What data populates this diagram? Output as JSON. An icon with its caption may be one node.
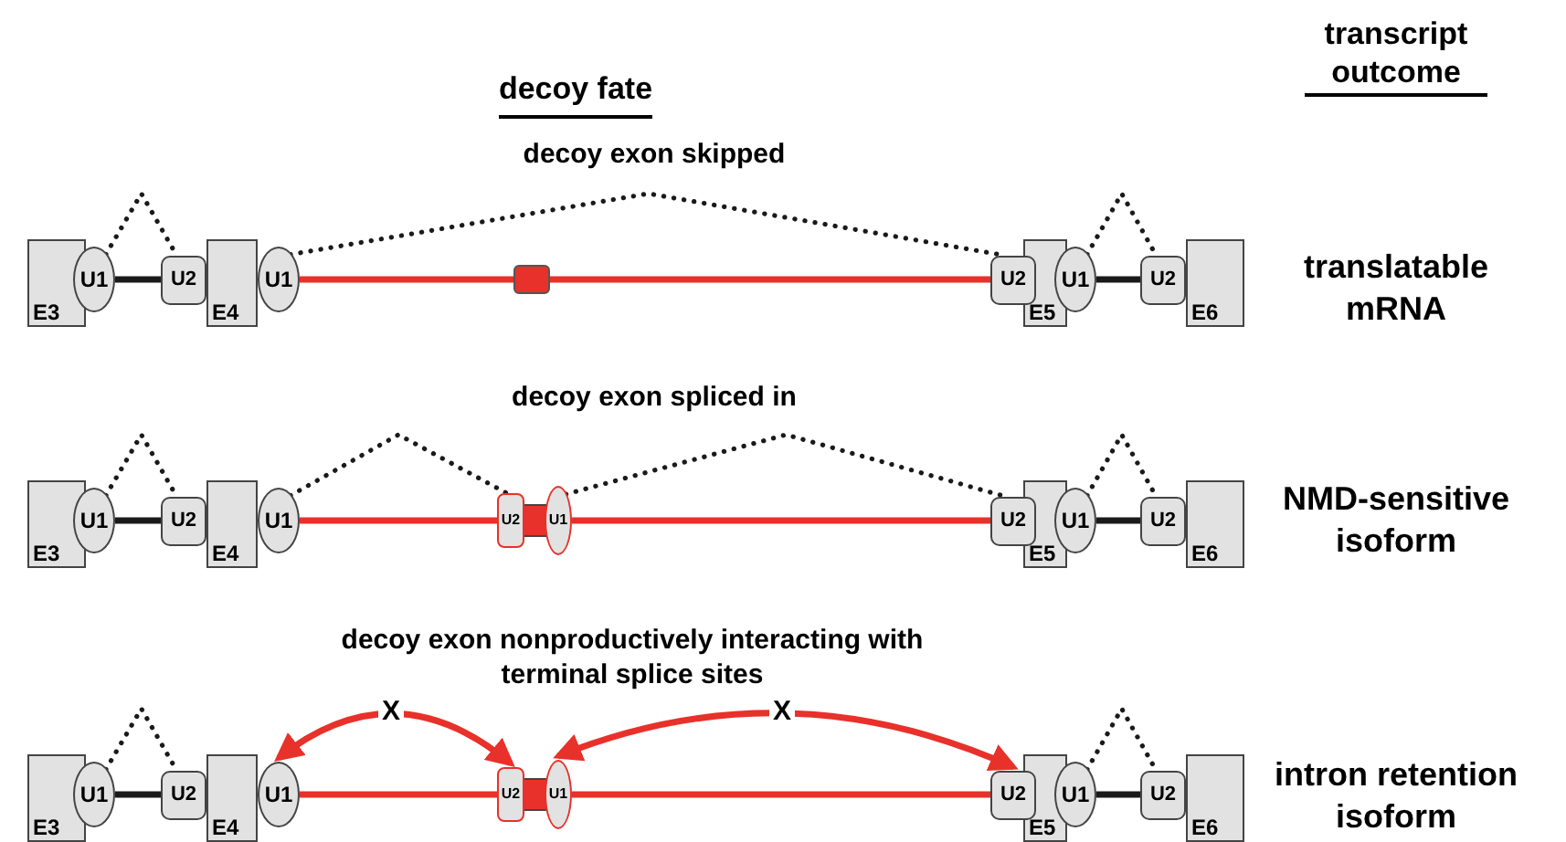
{
  "diagram": {
    "nodes": [
      {
        "text": [
          "E3"
        ]
      },
      {
        "text": [
          "U1"
        ]
      },
      {
        "text": [
          "U2"
        ]
      },
      {
        "text": [
          "E4"
        ]
      },
      {
        "text": [
          "U1"
        ]
      },
      {
        "text": [],
        "shape": "box"
      },
      {
        "text": [
          "U2"
        ]
      },
      {
        "text": [
          "E5"
        ]
      },
      {
        "text": [
          "U1"
        ]
      },
      {
        "text": [
          "U2"
        ]
      },
      {
        "text": [
          "E6"
        ]
      },
      {
        "text": [
          "E3"
        ]
      },
      {
        "text": [
          "U1"
        ]
      },
      {
        "text": [
          "U2"
        ]
      },
      {
        "text": [
          "E4"
        ]
      },
      {
        "text": [
          "U1"
        ]
      },
      {
        "text": [
          "U2"
        ]
      },
      {
        "text": [],
        "shape": "box"
      },
      {
        "text": [
          "U1"
        ]
      },
      {
        "text": [
          "U2"
        ]
      },
      {
        "text": [
          "E5"
        ]
      },
      {
        "text": [
          "U1"
        ]
      },
      {
        "text": [
          "U2"
        ]
      },
      {
        "text": [
          "E6"
        ]
      },
      {
        "text": [
          "E3"
        ]
      },
      {
        "text": [
          "U1"
        ]
      },
      {
        "text": [
          "U2"
        ]
      },
      {
        "text": [
          "E4"
        ]
      },
      {
        "text": [
          "U1"
        ]
      },
      {
        "text": [
          "U2"
        ]
      },
      {
        "text": [],
        "shape": "box"
      },
      {
        "text": [
          "U1"
        ]
      },
      {
        "text": [
          "U2"
        ]
      },
      {
        "text": [
          "E5"
        ]
      },
      {
        "text": [
          "U1"
        ]
      },
      {
        "text": [
          "U2"
        ]
      },
      {
        "text": [
          "E6"
        ]
      }
    ],
    "edges": [
      {
        "from": 1,
        "to": 2,
        "arrow": "none"
      },
      {
        "from": 4,
        "to": 5,
        "arrow": "none",
        "color": "#e8312a"
      },
      {
        "from": 5,
        "to": 6,
        "arrow": "none",
        "color": "#e8312a"
      },
      {
        "from": 8,
        "to": 9,
        "arrow": "none"
      },
      {
        "from": 1,
        "to": 2,
        "arrow": "none",
        "style": "dashed"
      },
      {
        "from": 4,
        "to": 6,
        "arrow": "none",
        "style": "dashed"
      },
      {
        "from": 8,
        "to": 9,
        "arrow": "none",
        "style": "dashed"
      },
      {
        "from": 12,
        "to": 13,
        "arrow": "none"
      },
      {
        "from": 15,
        "to": 16,
        "arrow": "none",
        "color": "#e8312a"
      },
      {
        "from": 18,
        "to": 19,
        "arrow": "none",
        "color": "#e8312a"
      },
      {
        "from": 21,
        "to": 22,
        "arrow": "none"
      },
      {
        "from": 12,
        "to": 13,
        "arrow": "none",
        "style": "dashed"
      },
      {
        "from": 15,
        "to": 16,
        "arrow": "none",
        "style": "dashed"
      },
      {
        "from": 18,
        "to": 19,
        "arrow": "none",
        "style": "dashed"
      },
      {
        "from": 21,
        "to": 22,
        "arrow": "none",
        "style": "dashed"
      },
      {
        "from": 25,
        "to": 26,
        "arrow": "none"
      },
      {
        "from": 28,
        "to": 29,
        "arrow": "none",
        "color": "#e8312a"
      },
      {
        "from": 31,
        "to": 32,
        "arrow": "none",
        "color": "#e8312a"
      },
      {
        "from": 34,
        "to": 35,
        "arrow": "none"
      },
      {
        "from": 25,
        "to": 26,
        "arrow": "none",
        "style": "dashed"
      },
      {
        "from": 34,
        "to": 35,
        "arrow": "none",
        "style": "dashed"
      },
      {
        "from": 28,
        "to": 29,
        "arrow": "both",
        "label": "X",
        "color": "#e8312a"
      },
      {
        "from": 31,
        "to": 32,
        "arrow": "both",
        "label": "X",
        "color": "#e8312a"
      }
    ],
    "labels": [
      "decoy fate",
      "transcript outcome",
      "decoy exon skipped",
      "translatable mRNA",
      "decoy exon spliced in",
      "NMD-sensitive isoform",
      "decoy exon nonproductively interacting with terminal splice sites",
      "intron retention isoform"
    ]
  }
}
